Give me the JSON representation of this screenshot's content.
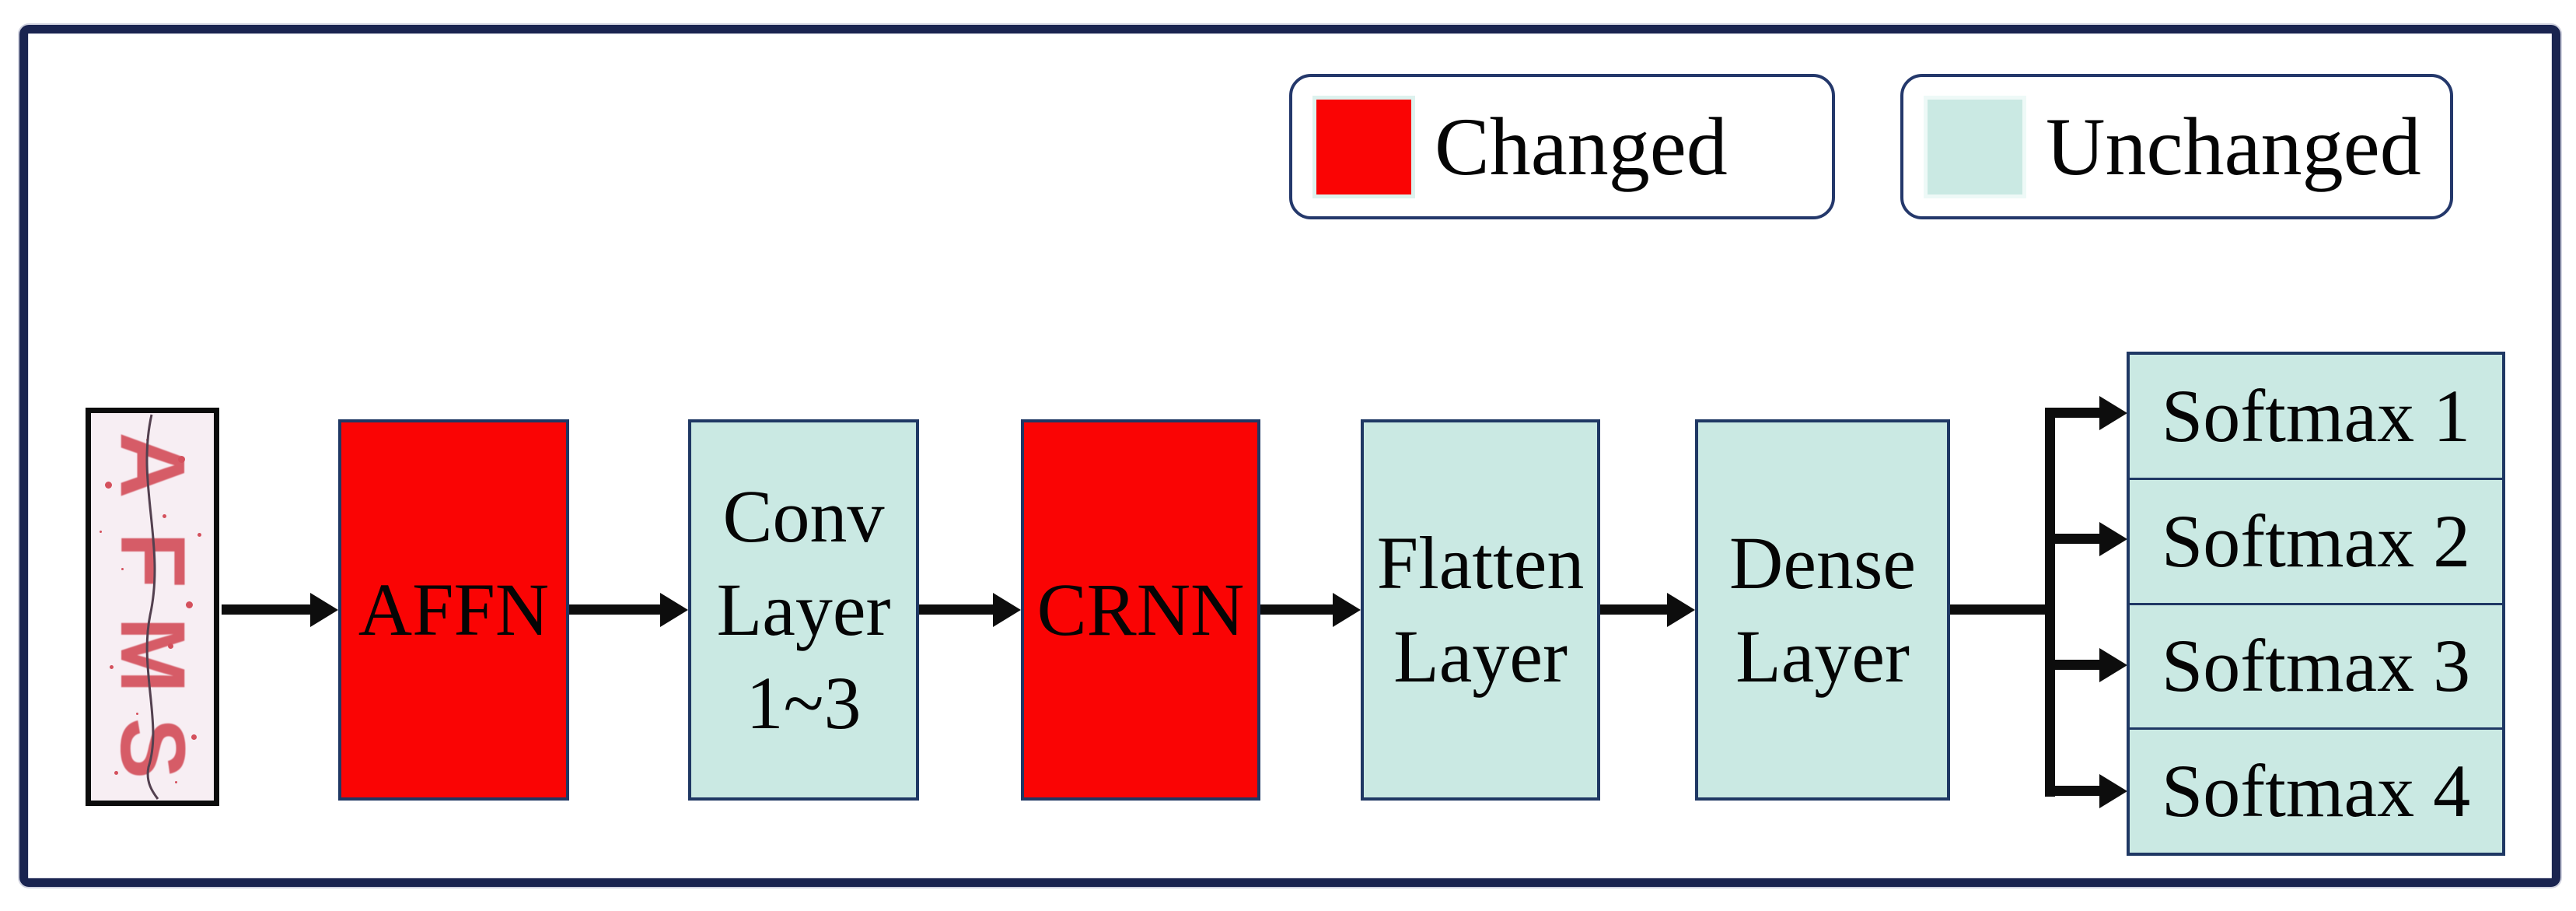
{
  "colors": {
    "changed": "#fa0404",
    "unchanged": "#cae9e3",
    "box_border": "#1f3864",
    "frame_border": "#1a2450",
    "arrow": "#0d0d0d",
    "captcha_bg": "#f7eef3",
    "captcha_ink": "#d4505c"
  },
  "legend": {
    "items": [
      {
        "label": "Changed",
        "status": "changed"
      },
      {
        "label": "Unchanged",
        "status": "unchanged"
      }
    ]
  },
  "flow": {
    "input_captcha": {
      "chars": [
        "A",
        "F",
        "M",
        "S"
      ]
    },
    "boxes": [
      {
        "id": "affn",
        "label": "AFFN",
        "status": "changed"
      },
      {
        "id": "conv",
        "label": "Conv\nLayer\n1~3",
        "status": "unchanged"
      },
      {
        "id": "crnn",
        "label": "CRNN",
        "status": "changed"
      },
      {
        "id": "flatten",
        "label": "Flatten\nLayer",
        "status": "unchanged"
      },
      {
        "id": "dense",
        "label": "Dense\nLayer",
        "status": "unchanged"
      }
    ],
    "outputs": {
      "items": [
        {
          "label": "Softmax 1"
        },
        {
          "label": "Softmax 2"
        },
        {
          "label": "Softmax 3"
        },
        {
          "label": "Softmax 4"
        }
      ]
    }
  }
}
